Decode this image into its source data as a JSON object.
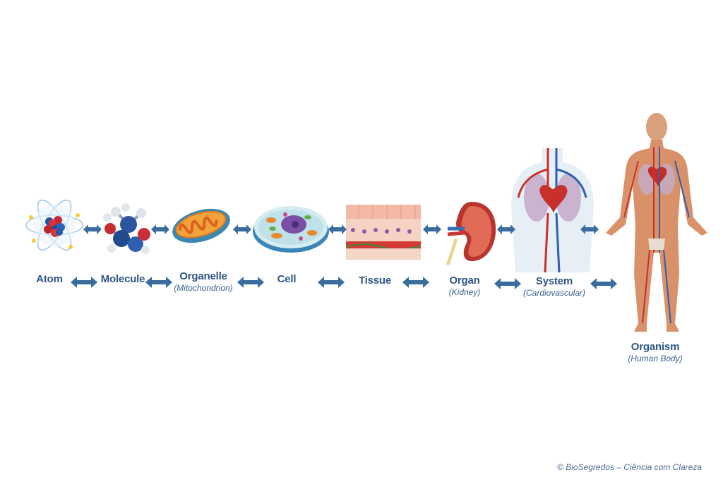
{
  "levels": [
    {
      "label": "Atom",
      "sub": "",
      "icon": "atom-icon"
    },
    {
      "label": "Molecule",
      "sub": "",
      "icon": "molecule-icon"
    },
    {
      "label": "Organelle",
      "sub": "(Mitochondrion)",
      "icon": "mitochondrion-icon"
    },
    {
      "label": "Cell",
      "sub": "",
      "icon": "cell-icon"
    },
    {
      "label": "Tissue",
      "sub": "",
      "icon": "tissue-icon"
    },
    {
      "label": "Organ",
      "sub": "(Kidney)",
      "icon": "kidney-icon"
    },
    {
      "label": "System",
      "sub": "(Cardiovascular)",
      "icon": "cardiovascular-system-icon"
    },
    {
      "label": "Organism",
      "sub": "(Human Body)",
      "icon": "human-body-icon"
    }
  ],
  "credit": "© BioSegredos – Ciência com Clareza",
  "colors": {
    "arrow": "#3a6d9e",
    "label": "#2f5683"
  }
}
